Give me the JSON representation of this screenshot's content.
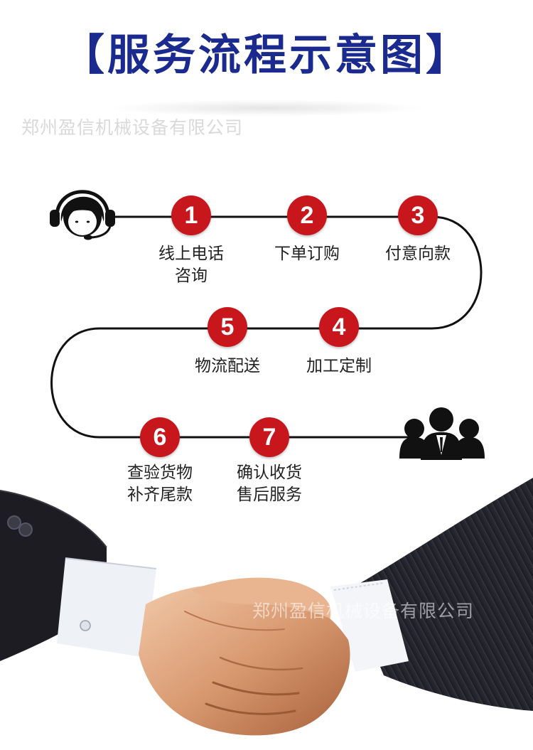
{
  "title": "【服务流程示意图】",
  "watermark": "郑州盈信机械设备有限公司",
  "colors": {
    "title": "#1b2a8f",
    "step_circle": "#c8161d",
    "line": "#111111"
  },
  "icons": {
    "start": "customer-service-headset-icon",
    "end": "business-team-icon",
    "image": "handshake-image"
  },
  "steps": [
    {
      "number": "1",
      "line1": "线上电话",
      "line2": "咨询"
    },
    {
      "number": "2",
      "line1": "下单订购",
      "line2": ""
    },
    {
      "number": "3",
      "line1": "付意向款",
      "line2": ""
    },
    {
      "number": "4",
      "line1": "加工定制",
      "line2": ""
    },
    {
      "number": "5",
      "line1": "物流配送",
      "line2": ""
    },
    {
      "number": "6",
      "line1": "查验货物",
      "line2": "补齐尾款"
    },
    {
      "number": "7",
      "line1": "确认收货",
      "line2": "售后服务"
    }
  ]
}
